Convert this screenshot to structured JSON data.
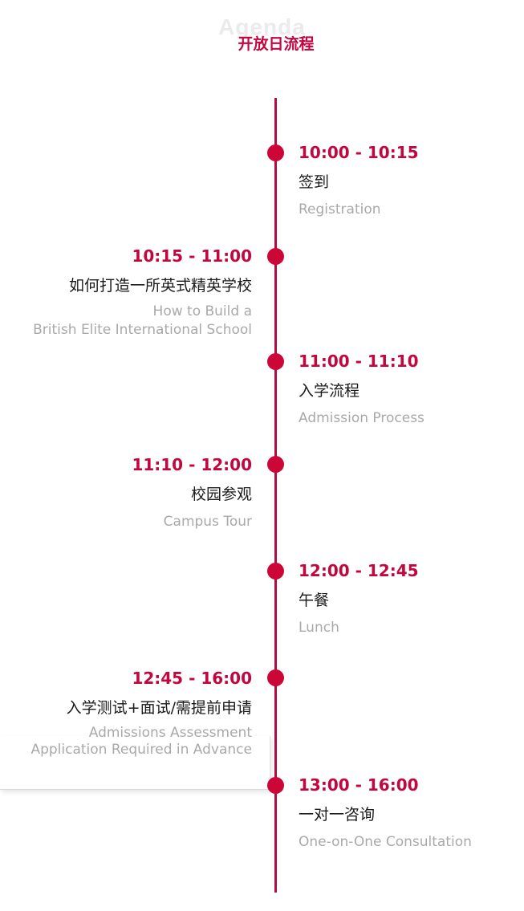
{
  "header": {
    "watermark": "Agenda",
    "title": "开放日流程"
  },
  "events": [
    {
      "time": "10:00 - 10:15",
      "title": "签到",
      "subtitle": [
        "Registration"
      ]
    },
    {
      "time": "10:15 - 11:00",
      "title": "如何打造一所英式精英学校",
      "subtitle": [
        "How to Build a",
        "British Elite International School"
      ]
    },
    {
      "time": "11:00 - 11:10",
      "title": "入学流程",
      "subtitle": [
        "Admission Process"
      ]
    },
    {
      "time": "11:10 - 12:00",
      "title": "校园参观",
      "subtitle": [
        "Campus Tour"
      ]
    },
    {
      "time": "12:00 - 12:45",
      "title": "午餐",
      "subtitle": [
        "Lunch"
      ]
    },
    {
      "time": "12:45 - 16:00",
      "title": "入学测试+面试/需提前申请",
      "subtitle": [
        "Admissions Assessment",
        "Application Required in Advance"
      ]
    },
    {
      "time": "13:00 - 16:00",
      "title": "一对一咨询",
      "subtitle": [
        "One-on-One Consultation"
      ]
    }
  ],
  "colors": {
    "accent": "#c4063e",
    "line": "#b20d40",
    "title_text": "#1a1a1a",
    "subtitle_text": "#a9a9a9"
  }
}
